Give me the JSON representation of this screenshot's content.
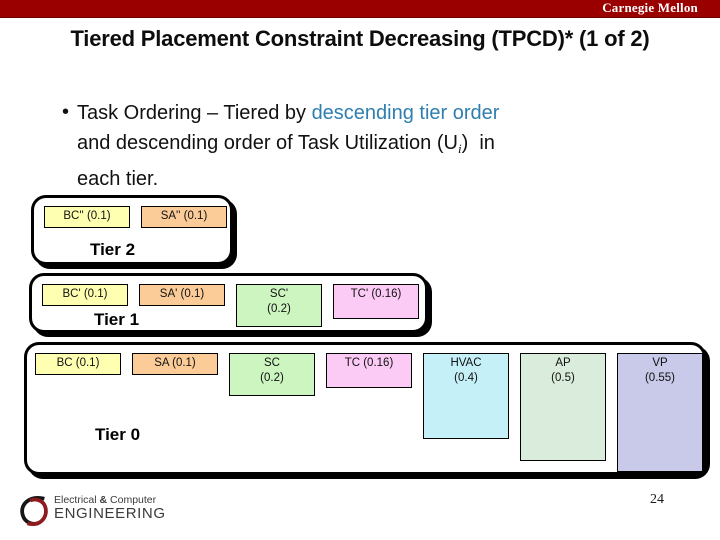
{
  "header": {
    "brand": "Carnegie Mellon",
    "bar_color": "#9a0000"
  },
  "title": "Tiered Placement Constraint Decreasing (TPCD)* (1 of 2)",
  "bullet": {
    "marker": "•",
    "accent_color": "#2e7fb0",
    "lines": [
      [
        {
          "t": "Task Ordering – Tiered by "
        },
        {
          "t": "descending tier order",
          "accent": true
        }
      ],
      [
        {
          "t": "and descending order of Task Utilization (U"
        },
        {
          "t": "i",
          "sub": true
        },
        {
          "t": ")  in"
        }
      ],
      [
        {
          "t": "each tier."
        }
      ]
    ]
  },
  "diagram": {
    "tiers": [
      {
        "label": "Tier 2",
        "tasks": [
          {
            "name": "BC''",
            "util": 0.1,
            "color": "#ffffb2"
          },
          {
            "name": "SA''",
            "util": 0.1,
            "color": "#fbcb98"
          }
        ]
      },
      {
        "label": "Tier 1",
        "tasks": [
          {
            "name": "BC'",
            "util": 0.1,
            "color": "#ffffb2"
          },
          {
            "name": "SA'",
            "util": 0.1,
            "color": "#fbcb98"
          },
          {
            "name": "SC'",
            "util": 0.2,
            "color": "#ccf5bf"
          },
          {
            "name": "TC'",
            "util": 0.16,
            "color": "#fbcbf6"
          }
        ]
      },
      {
        "label": "Tier 0",
        "tasks": [
          {
            "name": "BC",
            "util": 0.1,
            "color": "#ffffb2"
          },
          {
            "name": "SA",
            "util": 0.1,
            "color": "#fbcb98"
          },
          {
            "name": "SC",
            "util": 0.2,
            "color": "#ccf5bf"
          },
          {
            "name": "TC",
            "util": 0.16,
            "color": "#fbcbf6"
          },
          {
            "name": "HVAC",
            "util": 0.4,
            "color": "#c5f0f8"
          },
          {
            "name": "AP",
            "util": 0.5,
            "color": "#daecdb"
          },
          {
            "name": "VP",
            "util": 0.55,
            "color": "#c9c9e9"
          }
        ]
      }
    ]
  },
  "footer": {
    "logo_line1_left": "Electrical",
    "logo_amp": "&",
    "logo_line1_right": "Computer",
    "logo_line2": "ENGINEERING",
    "page_number": "24"
  }
}
